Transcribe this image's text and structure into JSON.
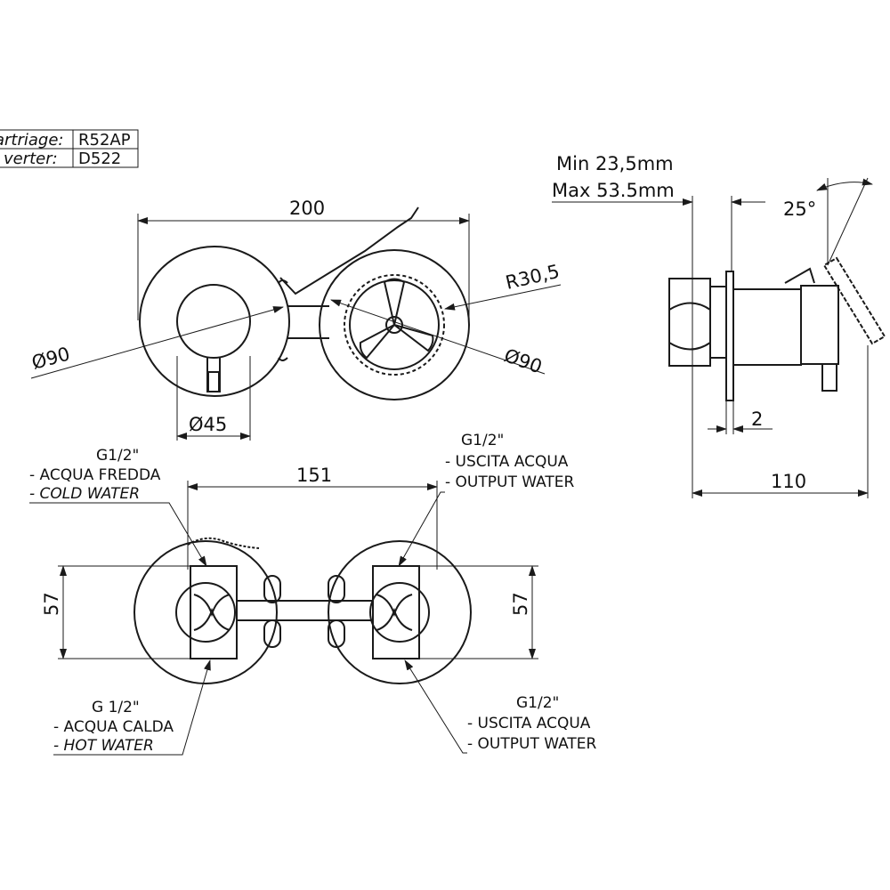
{
  "info_box": {
    "row1_label": "artriage:",
    "row1_value": "R52AP",
    "row2_label": "verter:",
    "row2_value": "D522"
  },
  "front_view": {
    "width": "200",
    "left_diameter": "Ø90",
    "right_radius": "R30,5",
    "right_diameter": "Ø90",
    "handle_diameter": "Ø45"
  },
  "side_view": {
    "depth_min": "Min 23,5mm",
    "depth_max": "Max 53.5mm",
    "angle": "25°",
    "plate": "2",
    "total": "110"
  },
  "rear_view": {
    "centres": "151",
    "height_left": "57",
    "height_right": "57"
  },
  "notes": {
    "cold": {
      "thread": "G1/2\"",
      "it": "- ACQUA FREDDA",
      "en": "- COLD WATER",
      "color": "#2a2aa8"
    },
    "hot": {
      "thread": "G 1/2\"",
      "it": "- ACQUA CALDA",
      "en": "- HOT WATER",
      "color": "#d63a2a"
    },
    "out_top": {
      "thread": "G1/2\"",
      "it": "- USCITA ACQUA",
      "en": "- OUTPUT WATER"
    },
    "out_bottom": {
      "thread": "G1/2\"",
      "it": "- USCITA ACQUA",
      "en": "- OUTPUT WATER"
    }
  }
}
